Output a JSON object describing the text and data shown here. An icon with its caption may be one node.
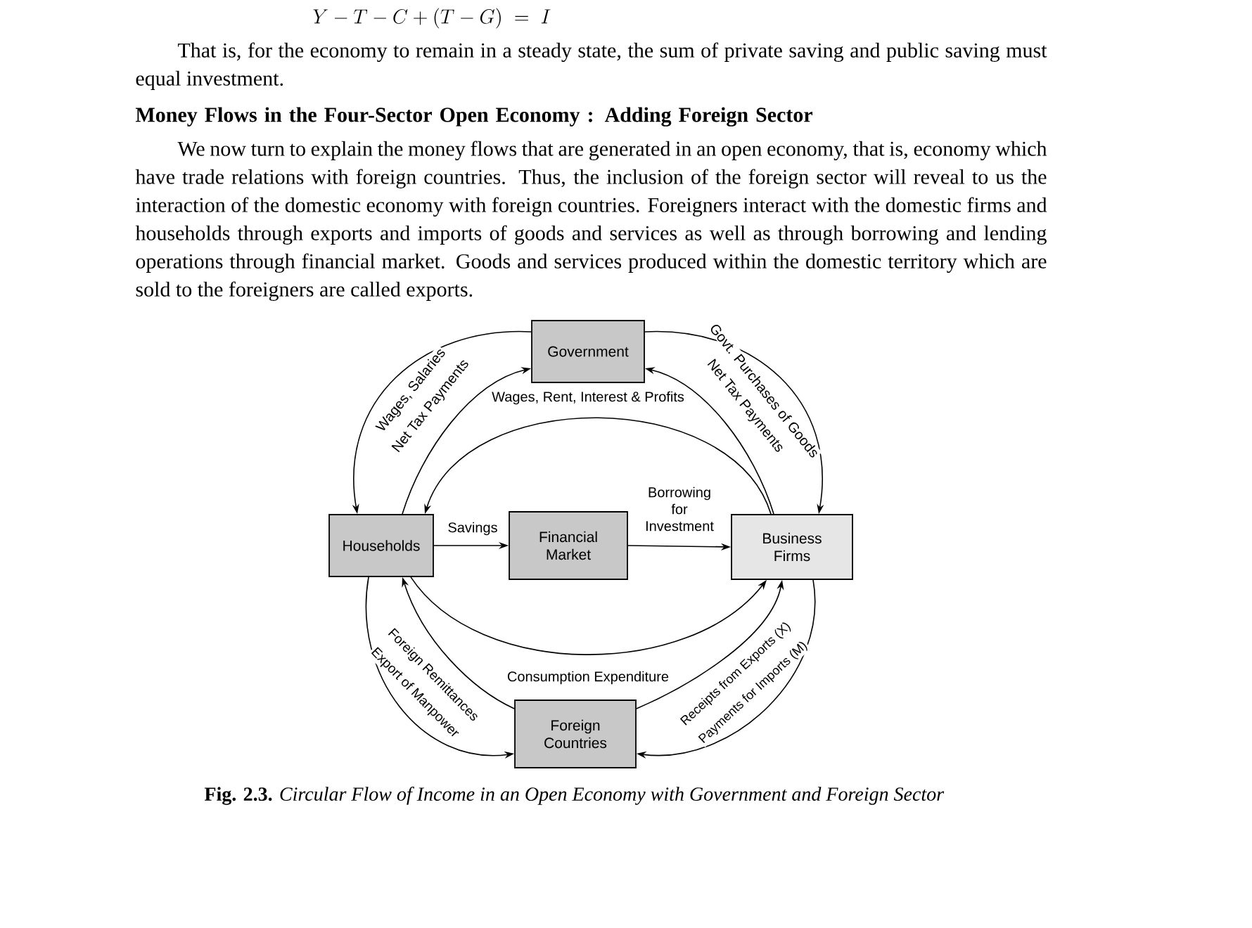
{
  "diagram": {
    "caption": "**Fig. 2.3.** *Circular Flow of Income in an Open Economy with Government and Foreign Sector*",
    "nodes": [
      {
        "text": [
          "Government"
        ]
      },
      {
        "text": [
          "Households"
        ]
      },
      {
        "text": [
          "Financial Market"
        ]
      },
      {
        "text": [
          "Business Firms"
        ]
      },
      {
        "text": [
          "Foreign Countries"
        ]
      }
    ],
    "edges": [
      {
        "from": 0,
        "to": 1,
        "arrow": "to",
        "label": "Wages, Salaries"
      },
      {
        "from": 1,
        "to": 0,
        "arrow": "to",
        "label": "Net Tax Payments"
      },
      {
        "from": 3,
        "to": 1,
        "arrow": "to",
        "label": "Wages, Rent, Interest & Profits"
      },
      {
        "from": 1,
        "to": 2,
        "arrow": "to",
        "label": "Savings"
      },
      {
        "from": 2,
        "to": 3,
        "arrow": "to",
        "label": "Borrowing for Investment"
      },
      {
        "from": 0,
        "to": 3,
        "arrow": "to",
        "label": "Govt. Purchases of Goods"
      },
      {
        "from": 3,
        "to": 0,
        "arrow": "to",
        "label": "Net Tax Payments"
      },
      {
        "from": 1,
        "to": 3,
        "arrow": "to",
        "label": "Consumption Expenditure"
      },
      {
        "from": 4,
        "to": 1,
        "arrow": "to",
        "label": "Foreign Remittances"
      },
      {
        "from": 1,
        "to": 4,
        "arrow": "to",
        "label": "Export of Manpower"
      },
      {
        "from": 4,
        "to": 3,
        "arrow": "to",
        "label": "Receipts from Exports (X)"
      },
      {
        "from": 3,
        "to": 4,
        "arrow": "to",
        "label": "Payments for Imports (M)"
      }
    ],
    "labels": [
      "Y - T - C + (T - G) \\;=\\; I",
      "That is, for the economy to remain in a steady state, the sum of private saving and public saving must equal investment.",
      "Money Flows in the Four-Sector Open Economy : Adding Foreign Sector",
      "We now turn to explain the money flows that are generated in an open economy, that is, economy which have trade relations with foreign countries. Thus, the inclusion of the foreign sector will reveal to us the interaction of the domestic economy with foreign countries. Foreigners interact with the domestic firms and households through exports and imports of goods and services as well as through borrowing and lending operations through financial market. Goods and services produced within the domestic territory which are sold to the foreigners are called exports."
    ]
  }
}
